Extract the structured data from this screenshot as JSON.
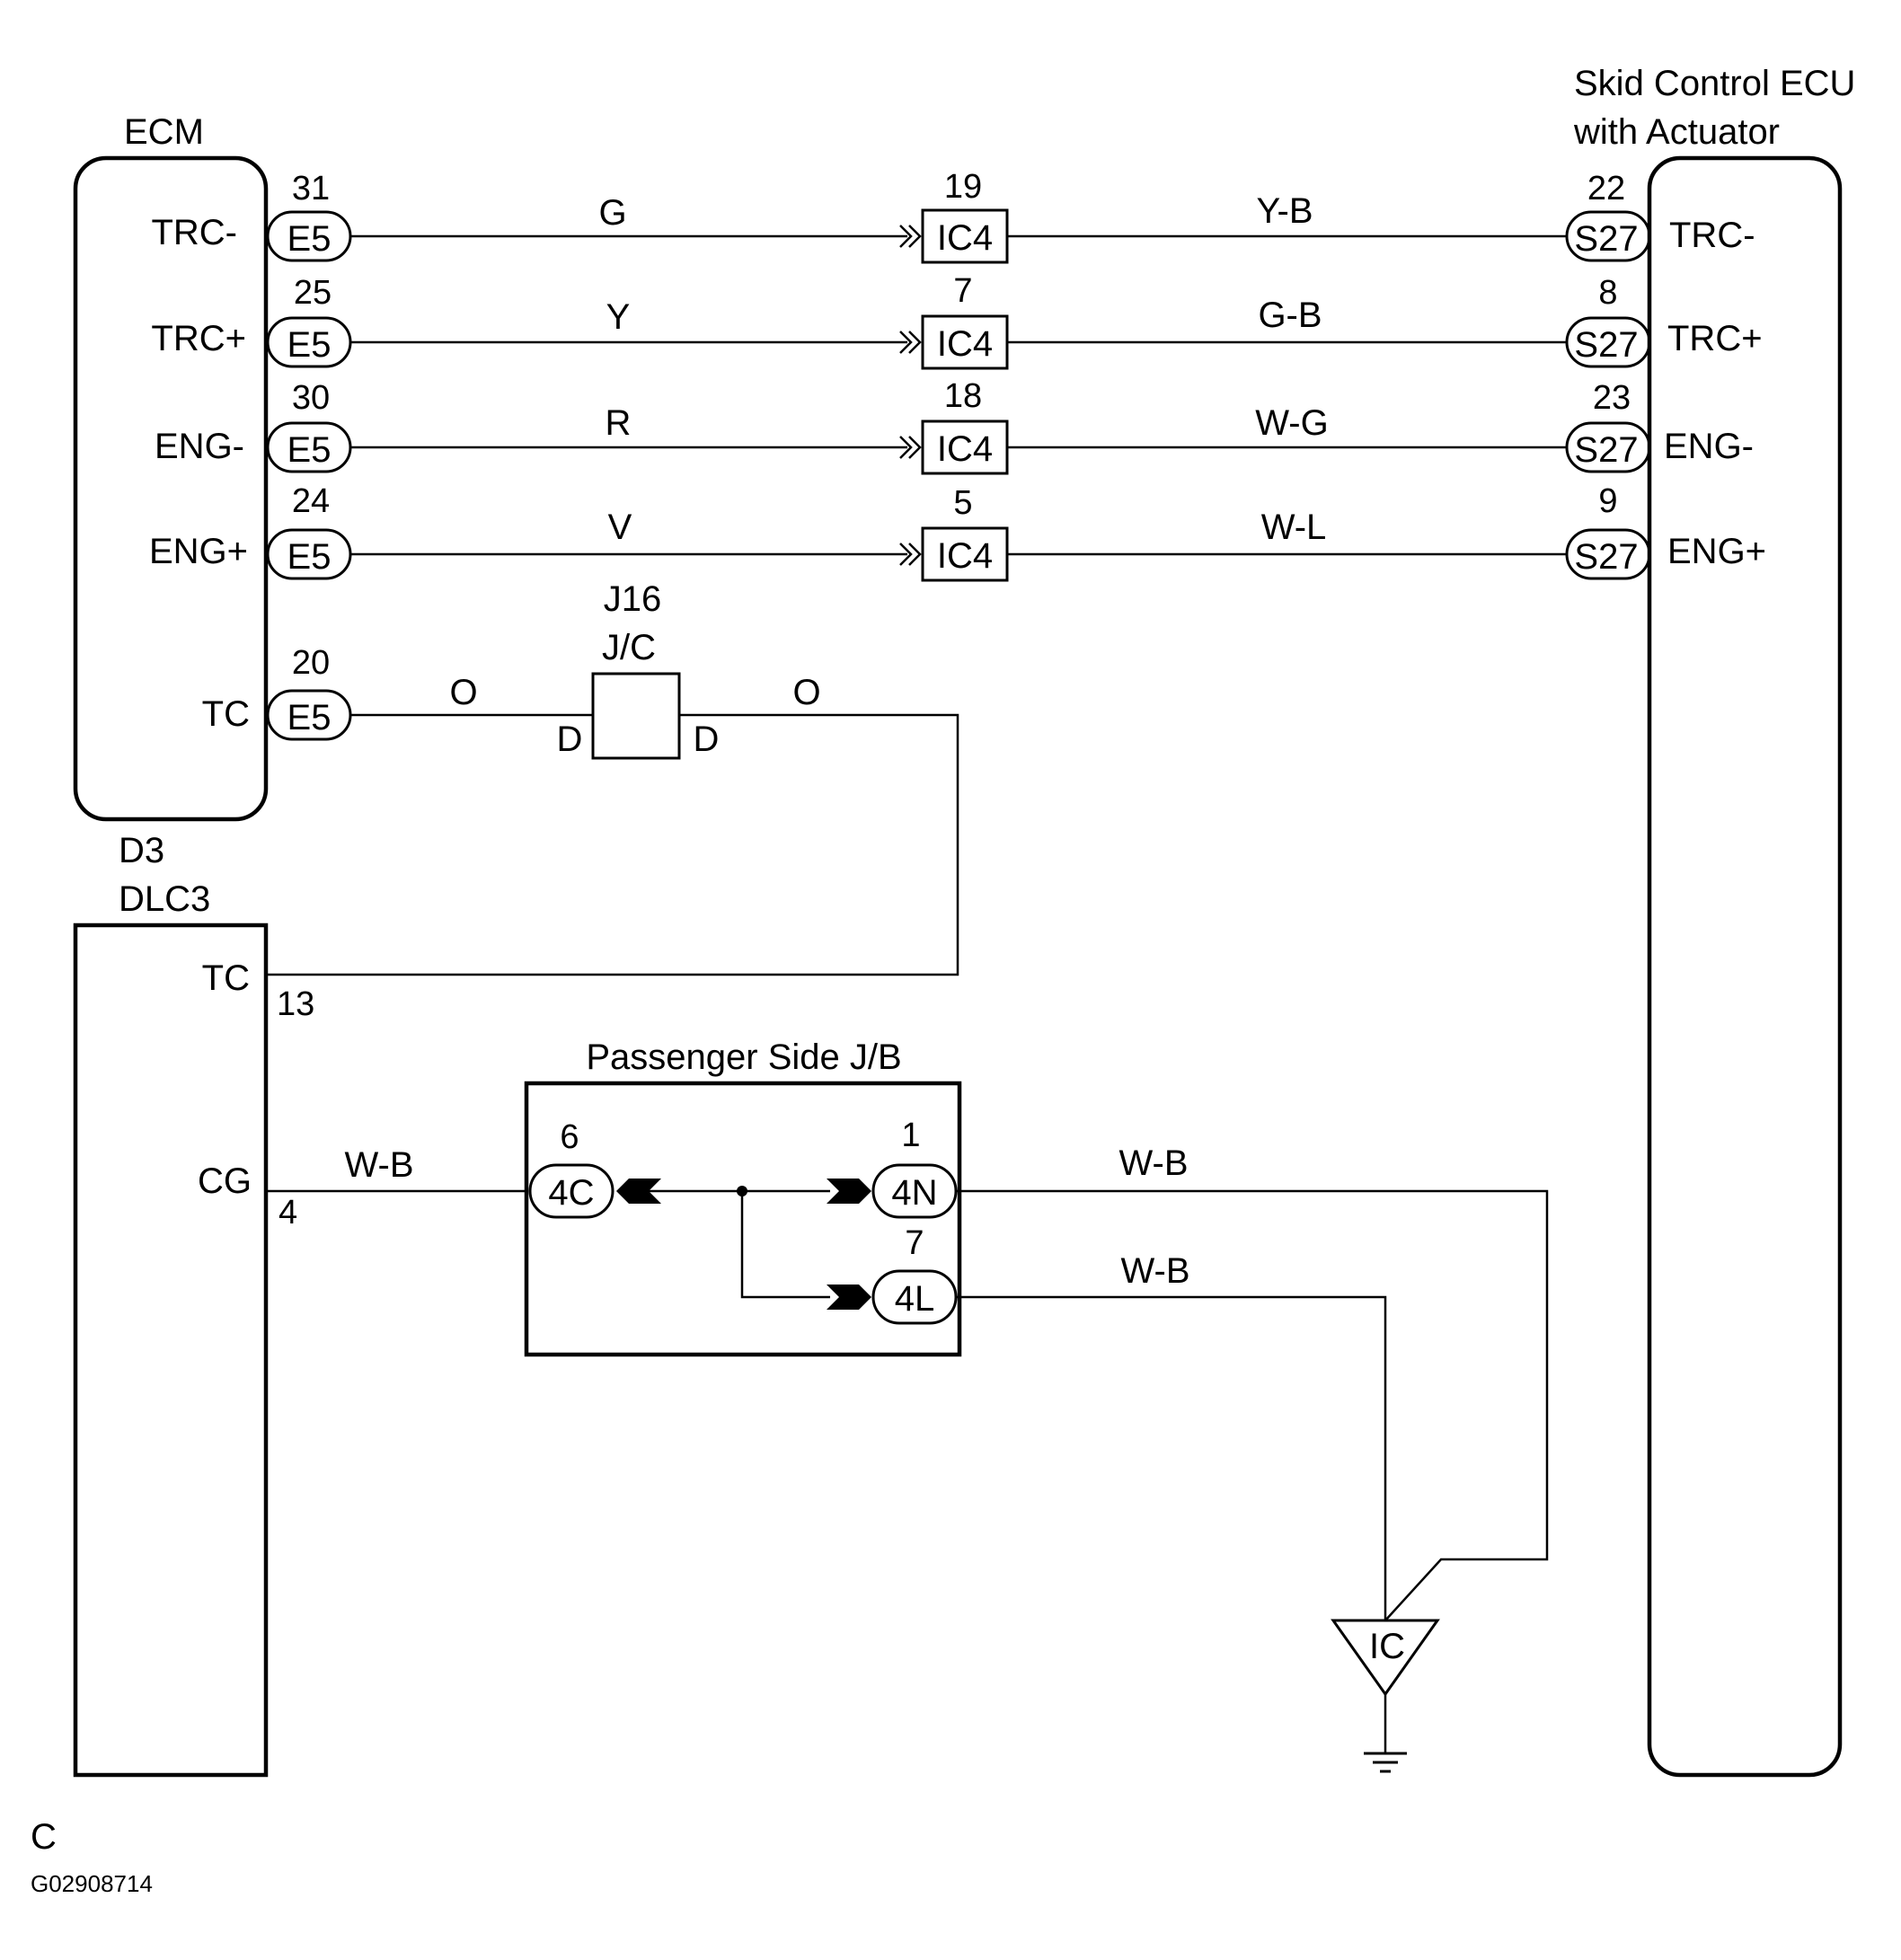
{
  "components": {
    "ecm": {
      "title": "ECM",
      "pins": [
        {
          "name": "TRC-",
          "num": "31",
          "connector": "E5"
        },
        {
          "name": "TRC+",
          "num": "25",
          "connector": "E5"
        },
        {
          "name": "ENG-",
          "num": "30",
          "connector": "E5"
        },
        {
          "name": "ENG+",
          "num": "24",
          "connector": "E5"
        },
        {
          "name": "TC",
          "num": "20",
          "connector": "E5"
        }
      ]
    },
    "skid_ecu": {
      "title_line1": "Skid Control ECU",
      "title_line2": "with Actuator",
      "pins": [
        {
          "name": "TRC-",
          "num": "22",
          "connector": "S27"
        },
        {
          "name": "TRC+",
          "num": "8",
          "connector": "S27"
        },
        {
          "name": "ENG-",
          "num": "23",
          "connector": "S27"
        },
        {
          "name": "ENG+",
          "num": "9",
          "connector": "S27"
        }
      ]
    },
    "ic4": {
      "connector": "IC4",
      "pins": [
        "19",
        "7",
        "18",
        "5"
      ]
    },
    "jc": {
      "id": "J16",
      "name": "J/C",
      "pin_left": "D",
      "pin_right": "D"
    },
    "dlc3": {
      "id": "D3",
      "name": "DLC3",
      "pins": [
        {
          "name": "TC",
          "num": "13"
        },
        {
          "name": "CG",
          "num": "4"
        }
      ]
    },
    "jb": {
      "title": "Passenger Side J/B",
      "connectors": [
        {
          "num": "6",
          "label": "4C"
        },
        {
          "num": "1",
          "label": "4N"
        },
        {
          "num": "7",
          "label": "4L"
        }
      ]
    },
    "ground": {
      "label": "IC"
    }
  },
  "wires": {
    "left": [
      "G",
      "Y",
      "R",
      "V"
    ],
    "right": [
      "Y-B",
      "G-B",
      "W-G",
      "W-L"
    ],
    "tc_left": "O",
    "tc_right": "O",
    "cg": "W-B",
    "jb_4n": "W-B",
    "jb_4l": "W-B"
  },
  "footer": {
    "code": "C",
    "figure_id": "G02908714"
  }
}
